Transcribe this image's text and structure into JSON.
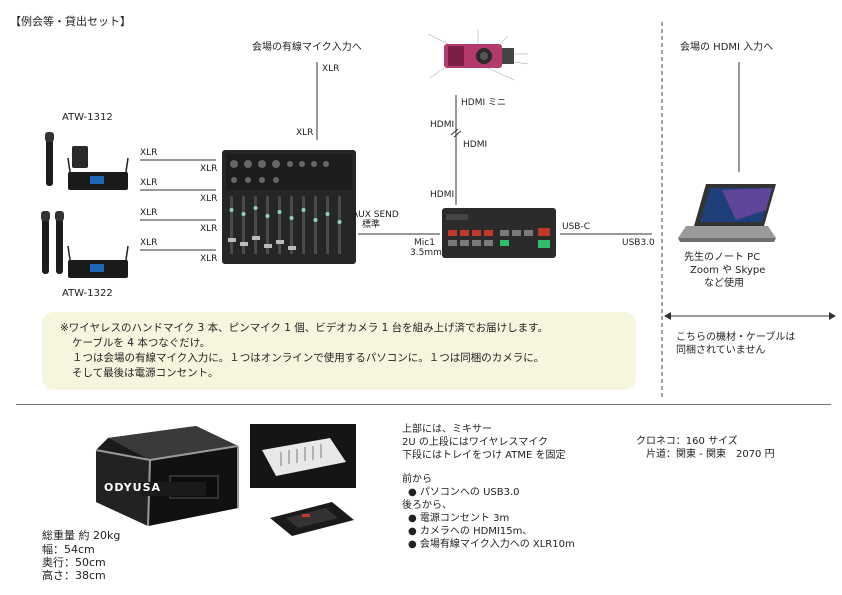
{
  "title": "【例会等・貸出セット】",
  "labels": {
    "venue_mic_input": "会場の有線マイク入力へ",
    "venue_hdmi_input": "会場の HDMI 入力へ",
    "xlr": "XLR",
    "hdmi": "HDMI",
    "hdmi_mini": "HDMI ミニ",
    "aux_send": "AUX SEND",
    "standard": "標準",
    "mic1": "Mic1",
    "mm35": "3.5mm",
    "usb_c": "USB-C",
    "usb30": "USB3.0",
    "atw1312": "ATW-1312",
    "atw1322": "ATW-1322",
    "laptop_l1": "先生のノート PC",
    "laptop_l2": "Zoom や Skype",
    "laptop_l3": "など使用",
    "not_included_l1": "こちらの機材・ケーブルは",
    "not_included_l2": "同梱されていません"
  },
  "note": {
    "line1": "※ワイヤレスのハンドマイク 3 本、ピンマイク 1 個、ビデオカメラ 1 台を組み上げ済でお届けします。",
    "line2": "ケーブルを 4 本つなぐだけ。",
    "line3": "１つは会場の有線マイク入力に。１つはオンラインで使用するパソコンに。１つは同梱のカメラに。",
    "line4": "そして最後は電源コンセント。"
  },
  "case": {
    "brand": "ODYUSA",
    "weight": "総重量 約 20kg",
    "width": "幅：54cm",
    "depth": "奥行：50cm",
    "height": "高さ：38cm"
  },
  "details": {
    "top1": "上部には、ミキサー",
    "top2": "2U の上段にはワイヤレスマイク",
    "top3": "下段にはトレイをつけ ATME を固定",
    "front_title": "前から",
    "front1": "● パソコンへの USB3.0",
    "back_title": "後ろから、",
    "back1": "● 電源コンセント 3m",
    "back2": "● カメラへの HDMI15m、",
    "back3": "● 会場有線マイク入力への XLR10m"
  },
  "shipping": {
    "line1": "クロネコ：160 サイズ",
    "line2": "片道：関東 - 関東　2070 円"
  }
}
